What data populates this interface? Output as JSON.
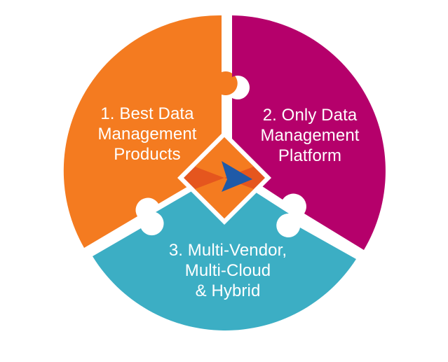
{
  "colors": {
    "segment_1": "#f47b20",
    "segment_2": "#b5006b",
    "segment_3": "#3caec4",
    "background": "#ffffff",
    "text": "#ffffff",
    "logo_orange": "#f47b20",
    "logo_orange_dark": "#e5561e",
    "logo_blue": "#1f5aa8"
  },
  "segments": [
    {
      "lines": [
        "1. Best Data",
        "Management",
        "Products"
      ]
    },
    {
      "lines": [
        "2. Only Data",
        "Management",
        "Platform"
      ]
    },
    {
      "lines": [
        "3. Multi-Vendor,",
        "Multi-Cloud",
        "& Hybrid"
      ]
    }
  ],
  "logo": {
    "icon": "diamond-logo-icon"
  }
}
